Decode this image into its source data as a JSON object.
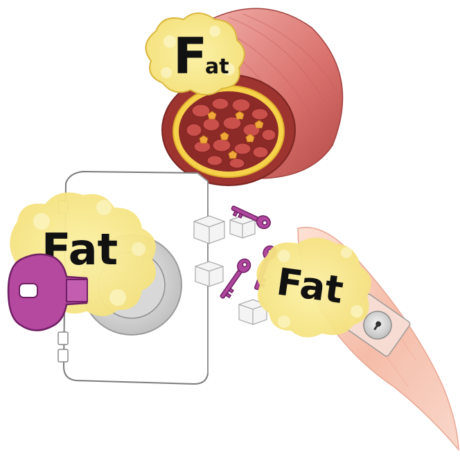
{
  "labels": {
    "vessel_fat": {
      "big": "F",
      "small": "at"
    },
    "door_fat": "Fat",
    "muscle_fat": "Fat"
  },
  "colors": {
    "fat_yellow": "#f7e98a",
    "fat_light": "#fbf4c0",
    "fat_outline": "#e8c74a",
    "key_magenta": "#b0479e",
    "key_dark": "#6e1f63",
    "vessel_red": "#c0504d",
    "vessel_pink": "#e8a0a0",
    "muscle_pink": "#f2b8a8",
    "lock_gray": "#cfcfcf"
  },
  "icons": {
    "key": "key-icon",
    "sugar_cube": "sugar-cube-icon",
    "lock": "keyhole-icon"
  }
}
